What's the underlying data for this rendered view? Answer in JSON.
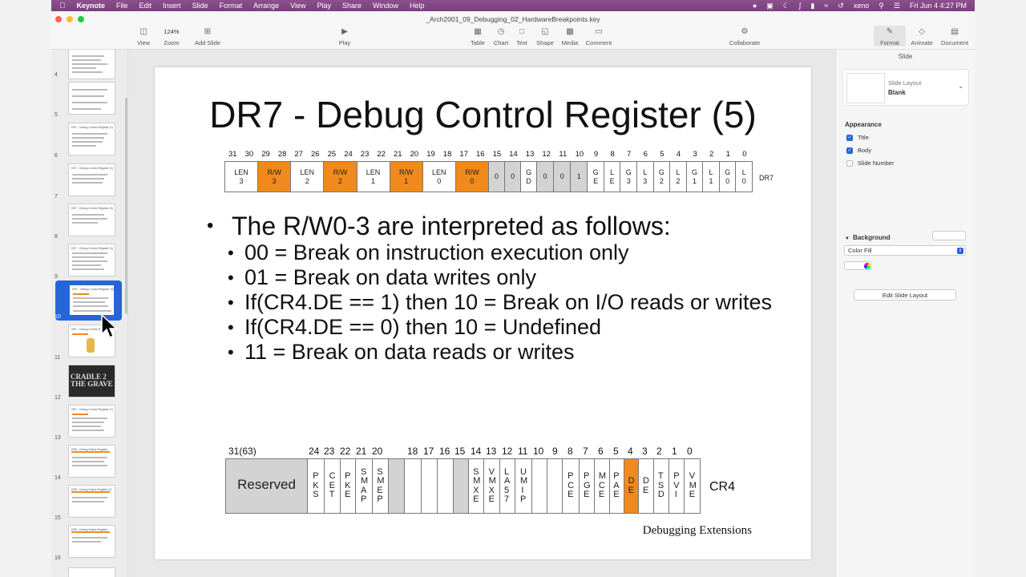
{
  "menubar": {
    "app_name": "Keynote",
    "items": [
      "File",
      "Edit",
      "Insert",
      "Slide",
      "Format",
      "Arrange",
      "View",
      "Play",
      "Share",
      "Window",
      "Help"
    ],
    "user": "xeno",
    "datetime": "Fri Jun 4  4:27 PM"
  },
  "window": {
    "title": "_Arch2001_09_Debugging_02_HardwareBreakpoints.key"
  },
  "toolbar": {
    "view": "View",
    "zoom_value": "124%",
    "zoom": "Zoom",
    "add_slide": "Add Slide",
    "play": "Play",
    "table": "Table",
    "chart": "Chart",
    "text": "Text",
    "shape": "Shape",
    "media": "Media",
    "comment": "Comment",
    "collaborate": "Collaborate",
    "format": "Format",
    "animate": "Animate",
    "document": "Document"
  },
  "navigator": {
    "slide_numbers": [
      "4",
      "5",
      "6",
      "7",
      "8",
      "9",
      "10",
      "11",
      "12",
      "13",
      "14",
      "15",
      "16"
    ],
    "thumb_titles": {
      "6": "DR7 - Debug Control Register (1)",
      "7": "DR7 - Debug Control Register (2)",
      "8": "DR7 - Debug Control Register (3)",
      "9": "DR7 - Debug Control Register (4)",
      "10": "DR7 - Debug Control Register (5)",
      "11": "DR7 - Debug Control R",
      "13": "DR7 - Debug Control Register (7)",
      "14": "DR6 - Debug Status Register",
      "15": "DR6 - Debug Status Register (2)",
      "16": "DR6 - Debug Status Register"
    },
    "dark_thumb_text": "CRADLE 2 THE GRAVE",
    "selected": "10"
  },
  "slide": {
    "title": "DR7 - Debug Control Register (5)",
    "dr7": {
      "name": "DR7",
      "bits": [
        "31",
        "30",
        "29",
        "28",
        "27",
        "26",
        "25",
        "24",
        "23",
        "22",
        "21",
        "20",
        "19",
        "18",
        "17",
        "16",
        "15",
        "14",
        "13",
        "12",
        "11",
        "10",
        "9",
        "8",
        "7",
        "6",
        "5",
        "4",
        "3",
        "2",
        "1",
        "0"
      ],
      "cells": [
        {
          "t1": "LEN",
          "t2": "3"
        },
        {
          "t1": "R/W",
          "t2": "3"
        },
        {
          "t1": "LEN",
          "t2": "2"
        },
        {
          "t1": "R/W",
          "t2": "2"
        },
        {
          "t1": "LEN",
          "t2": "1"
        },
        {
          "t1": "R/W",
          "t2": "1"
        },
        {
          "t1": "LEN",
          "t2": "0"
        },
        {
          "t1": "R/W",
          "t2": "0"
        },
        {
          "t1": "0"
        },
        {
          "t1": "0"
        },
        {
          "t1": "G",
          "t2": "D"
        },
        {
          "t1": "0"
        },
        {
          "t1": "0"
        },
        {
          "t1": "1"
        },
        {
          "t1": "G",
          "t2": "E"
        },
        {
          "t1": "L",
          "t2": "E"
        },
        {
          "t1": "G",
          "t2": "3"
        },
        {
          "t1": "L",
          "t2": "3"
        },
        {
          "t1": "G",
          "t2": "2"
        },
        {
          "t1": "L",
          "t2": "2"
        },
        {
          "t1": "G",
          "t2": "1"
        },
        {
          "t1": "L",
          "t2": "1"
        },
        {
          "t1": "G",
          "t2": "0"
        },
        {
          "t1": "L",
          "t2": "0"
        }
      ]
    },
    "bullets": {
      "main": "The R/W0-3 are interpreted as follows:",
      "subs": [
        "00 = Break on instruction execution only",
        "01 = Break on data writes only",
        "If(CR4.DE == 1) then 10 = Break on I/O reads or writes",
        "If(CR4.DE == 0) then 10 = Undefined",
        "11 = Break on data reads or writes"
      ]
    },
    "cr4": {
      "name": "CR4",
      "bits": [
        "31(63)",
        "24",
        "23",
        "22",
        "21",
        "20",
        "18",
        "17",
        "16",
        "15",
        "14",
        "13",
        "12",
        "11",
        "10",
        "9",
        "8",
        "7",
        "6",
        "5",
        "4",
        "3",
        "2",
        "1",
        "0"
      ],
      "cells": [
        "Reserved",
        "PKS",
        "CET",
        "PKE",
        "SMAP",
        "SMEP",
        "",
        "",
        "",
        "",
        "",
        "SMXE",
        "VMXE",
        "LA57",
        "UMIP",
        "",
        "",
        "PCE",
        "PGE",
        "MCE",
        "PAE",
        "DE",
        "DE",
        "TSD",
        "PVI",
        "VME"
      ]
    },
    "footer": "Debugging Extensions"
  },
  "inspector": {
    "header": "Slide",
    "layout_label": "Slide Layout",
    "layout_value": "Blank",
    "appearance": "Appearance",
    "title": "Title",
    "body": "Body",
    "slide_number": "Slide Number",
    "background": "Background",
    "fill": "Color Fill",
    "edit_layout": "Edit Slide Layout"
  },
  "colors": {
    "accent_orange": "#f08a1c",
    "selection_blue": "#2466d8",
    "menubar_purple": "#7a3f7f"
  }
}
